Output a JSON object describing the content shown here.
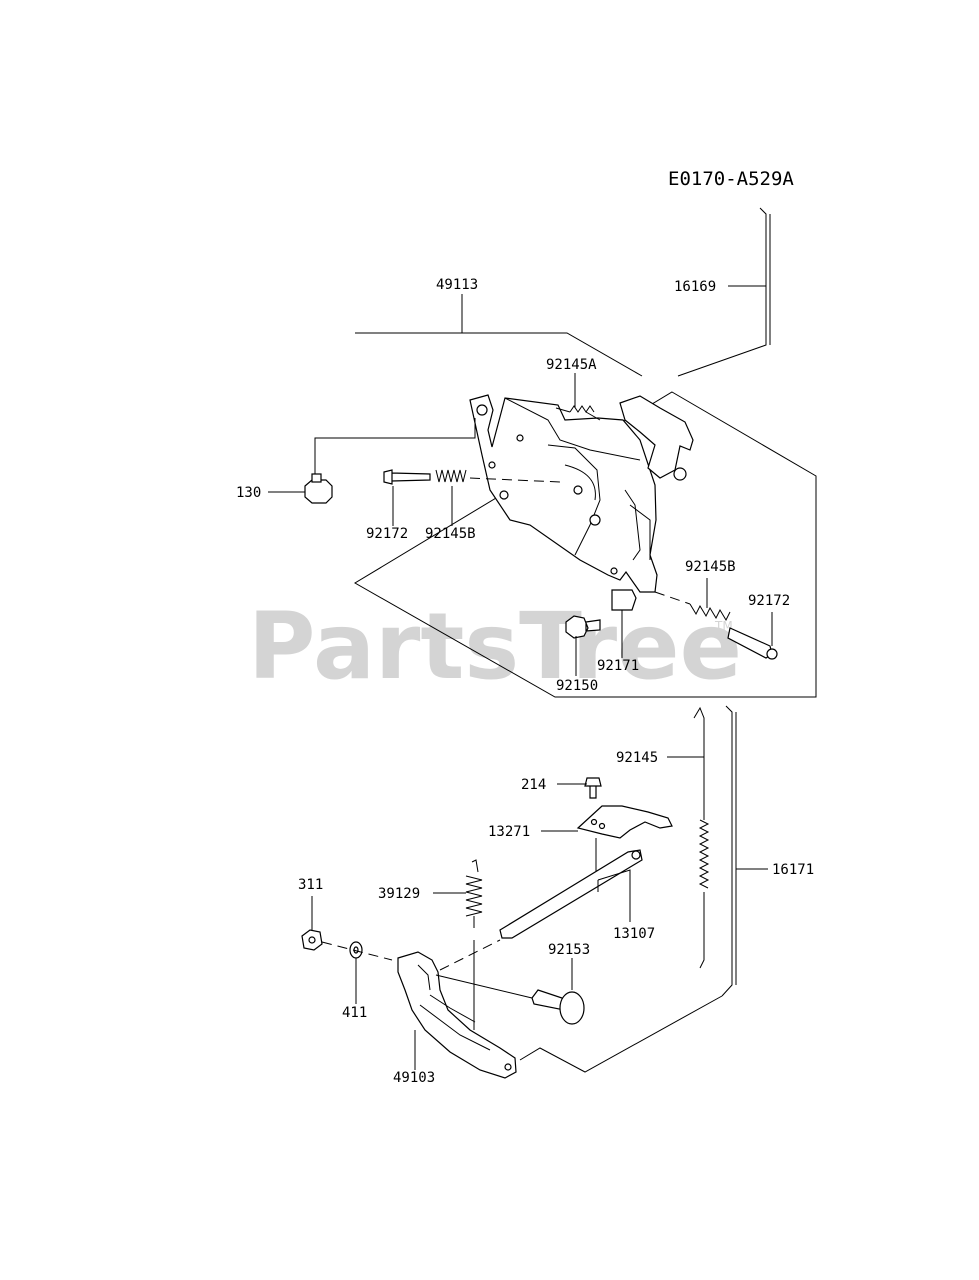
{
  "diagram_code": "E0170-A529A",
  "watermark": {
    "text": "PartsTree",
    "mark": "TM"
  },
  "labels": {
    "p49113": "49113",
    "p16169": "16169",
    "p92145A": "92145A",
    "p130": "130",
    "p92172_left": "92172",
    "p92145B_left": "92145B",
    "p92145B_right": "92145B",
    "p92172_right": "92172",
    "p92171": "92171",
    "p92150": "92150",
    "p92145": "92145",
    "p214": "214",
    "p13271": "13271",
    "p16171": "16171",
    "p311": "311",
    "p39129": "39129",
    "p13107": "13107",
    "p92153": "92153",
    "p411": "411",
    "p49103": "49103"
  }
}
